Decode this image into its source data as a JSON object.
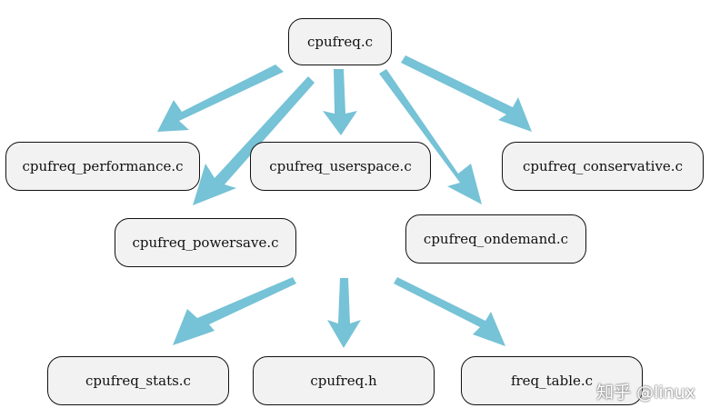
{
  "nodes": {
    "root": "cpufreq.c",
    "performance": "cpufreq_performance.c",
    "userspace": "cpufreq_userspace.c",
    "conservative": "cpufreq_conservative.c",
    "powersave": "cpufreq_powersave.c",
    "ondemand": "cpufreq_ondemand.c",
    "stats": "cpufreq_stats.c",
    "header": "cpufreq.h",
    "freq_table": "freq_table.c"
  },
  "watermark": "知乎 @linux",
  "colors": {
    "arrow": "#76c2d6",
    "node_fill": "#f2f2f2",
    "node_border": "#111111"
  }
}
